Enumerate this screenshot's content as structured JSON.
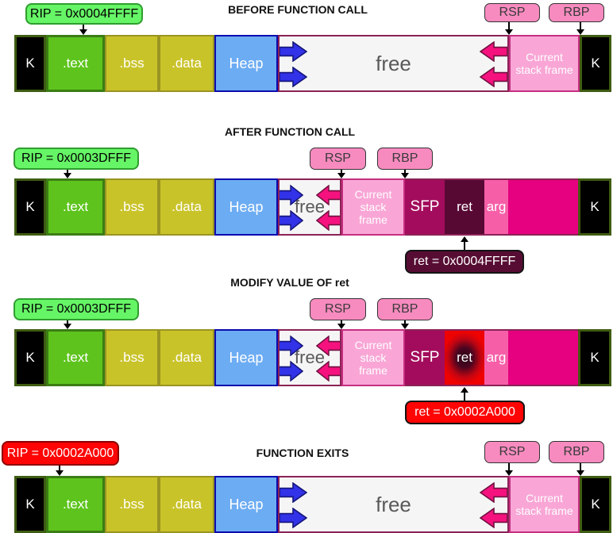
{
  "labels": {
    "k": "K",
    "text": ".text",
    "bss": ".bss",
    "data": ".data",
    "heap": "Heap",
    "free": "free",
    "stack_frame": "Current stack frame",
    "sfp": "SFP",
    "ret": "ret",
    "arg": "arg",
    "rsp": "RSP",
    "rbp": "RBP"
  },
  "panels": [
    {
      "title": "BEFORE FUNCTION CALL",
      "rip": "RIP = 0x0004FFFF"
    },
    {
      "title": "AFTER FUNCTION CALL",
      "rip": "RIP = 0x0003DFFF",
      "ret_value": "ret = 0x0004FFFF"
    },
    {
      "title": "MODIFY VALUE OF ret",
      "rip": "RIP = 0x0003DFFF",
      "ret_value": "ret = 0x0002A000"
    },
    {
      "title": "FUNCTION EXITS",
      "rip": "RIP = 0x0002A000"
    }
  ],
  "colors": {
    "rip_green_fill": "#66f566",
    "rip_green_border": "#2f9e2f",
    "rip_red_fill": "#fe0404",
    "register_pink": "#f78bbf",
    "kernel_black": "#000000",
    "text_segment_green": "#5ec41d",
    "bss_data_olive": "#c9c32a",
    "heap_blue": "#6cacf3",
    "free_gray": "#f5f5f5",
    "free_border_maroon": "#8b2256",
    "stack_frame_pink": "#f9a6d6",
    "sfp_magenta": "#a30c5c",
    "ret_dark_maroon": "#570934",
    "arg_pink": "#f65fa8",
    "stack_extra_magenta": "#e5017f",
    "grow_arrow_blue": "#3232e8",
    "shrink_arrow_pink": "#f5127e",
    "hot_ret_red": "#ee0202"
  }
}
